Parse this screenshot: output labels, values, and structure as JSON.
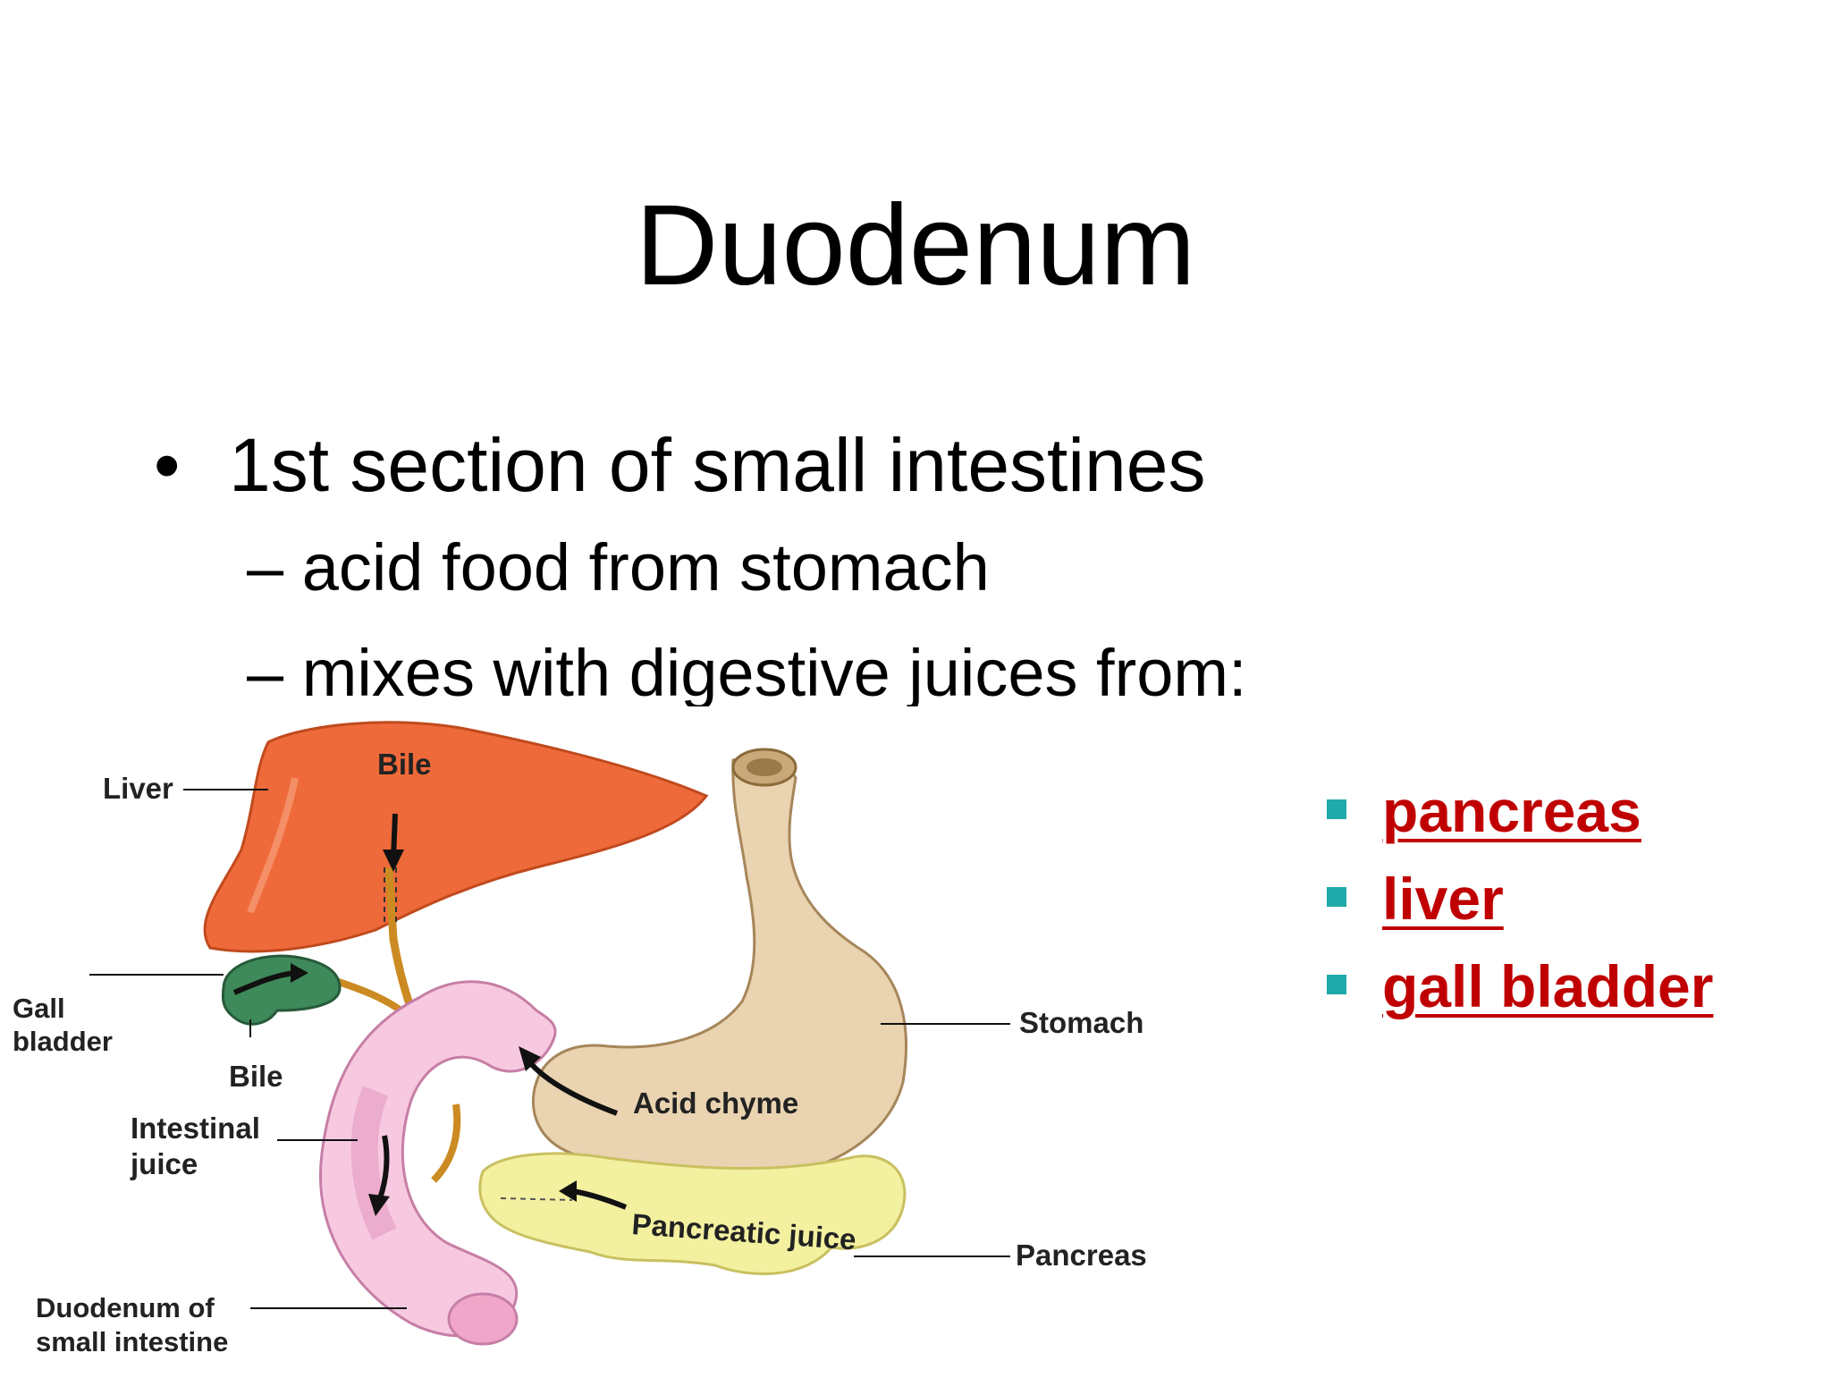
{
  "slide": {
    "title": "Duodenum",
    "bullet": "1st section of small intestines",
    "sub_bullets": [
      "– acid food from stomach",
      "– mixes with digestive juices from:"
    ],
    "organ_links": [
      "pancreas",
      "liver",
      "gall bladder"
    ],
    "colors": {
      "link": "#c00000",
      "list_marker": "#1fa9a8"
    }
  },
  "diagram": {
    "labels": {
      "liver": "Liver",
      "bile_top": "Bile",
      "gall": "Gall",
      "bladder": "bladder",
      "bile_bottom": "Bile",
      "stomach": "Stomach",
      "acid_chyme": "Acid chyme",
      "intestinal": "Intestinal",
      "juice": "juice",
      "pancreatic_juice": "Pancreatic juice",
      "pancreas": "Pancreas",
      "duodenum_of": "Duodenum of",
      "small_intestine": "small intestine"
    },
    "colors": {
      "liver": "#ef6a3a",
      "gallbladder": "#3f8a5a",
      "stomach": "#e9d3b0",
      "duodenum": "#f7c9e0",
      "pancreas": "#f3f0a0",
      "bile_duct": "#cc8a22"
    }
  }
}
